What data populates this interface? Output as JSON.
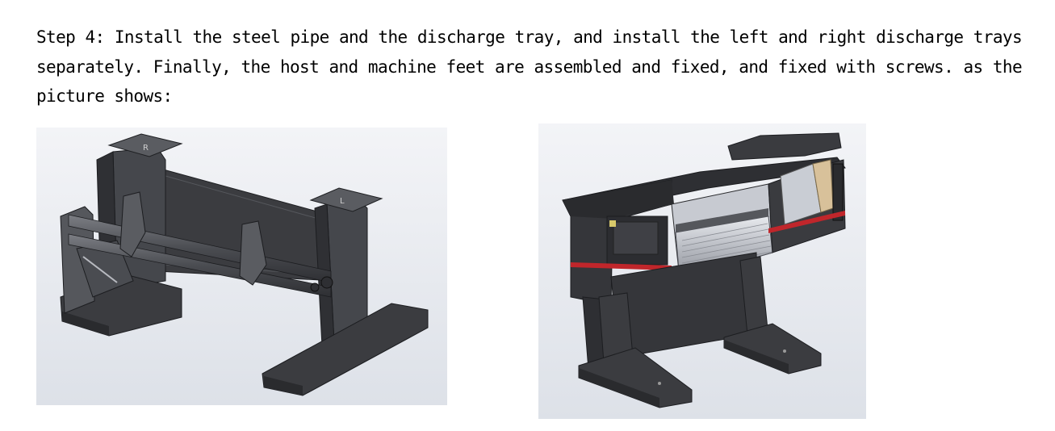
{
  "document": {
    "paragraph": "Step 4: Install the steel pipe and the discharge tray, and install the left and right discharge trays separately. Finally, the host and machine feet are assembled and fixed, and fixed with screws. as the picture shows:"
  },
  "figures": {
    "left": {
      "icon": "machine-frame-with-steel-pipe-render"
    },
    "right": {
      "icon": "assembled-printer-on-feet-render"
    }
  },
  "colors": {
    "background_gradient_start": "#f4f5f8",
    "background_gradient_end": "#dfe3ea",
    "metal_dark": "#3b3c40",
    "metal_mid": "#55575c",
    "metal_light": "#7a7c82",
    "accent_red": "#c0262b",
    "accent_yellow": "#d8c96a",
    "tan_panel": "#d8c19a"
  }
}
